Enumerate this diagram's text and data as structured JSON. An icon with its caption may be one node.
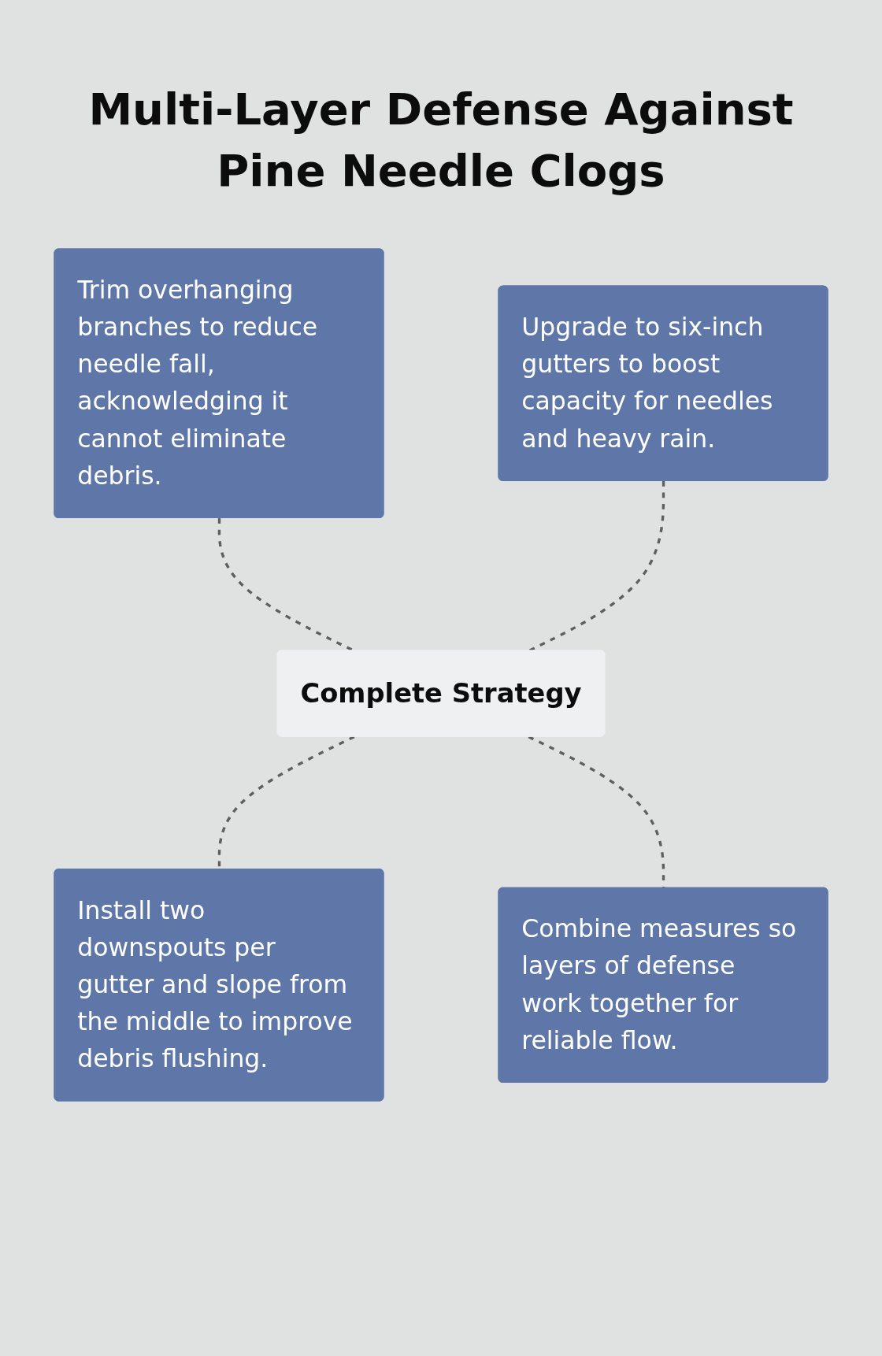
{
  "diagram": {
    "title": "Multi-Layer Defense Against Pine Needle Clogs",
    "nodes": [
      {
        "text": [
          "Trim overhanging branches to reduce needle fall, acknowledging it cannot eliminate debris."
        ]
      },
      {
        "text": [
          "Upgrade to six-inch gutters to boost capacity for needles and heavy rain."
        ]
      },
      {
        "text": [
          "Complete Strategy"
        ]
      },
      {
        "text": [
          "Install two downspouts per gutter and slope from the middle to improve debris flushing."
        ]
      },
      {
        "text": [
          "Combine measures so layers of defense work together for reliable flow."
        ]
      }
    ],
    "edges": [
      {
        "from": 0,
        "to": 2,
        "arrow": "none",
        "style": "dashed"
      },
      {
        "from": 1,
        "to": 2,
        "arrow": "none",
        "style": "dashed"
      },
      {
        "from": 2,
        "to": 3,
        "arrow": "none",
        "style": "dashed"
      },
      {
        "from": 2,
        "to": 4,
        "arrow": "none",
        "style": "dashed"
      }
    ]
  }
}
